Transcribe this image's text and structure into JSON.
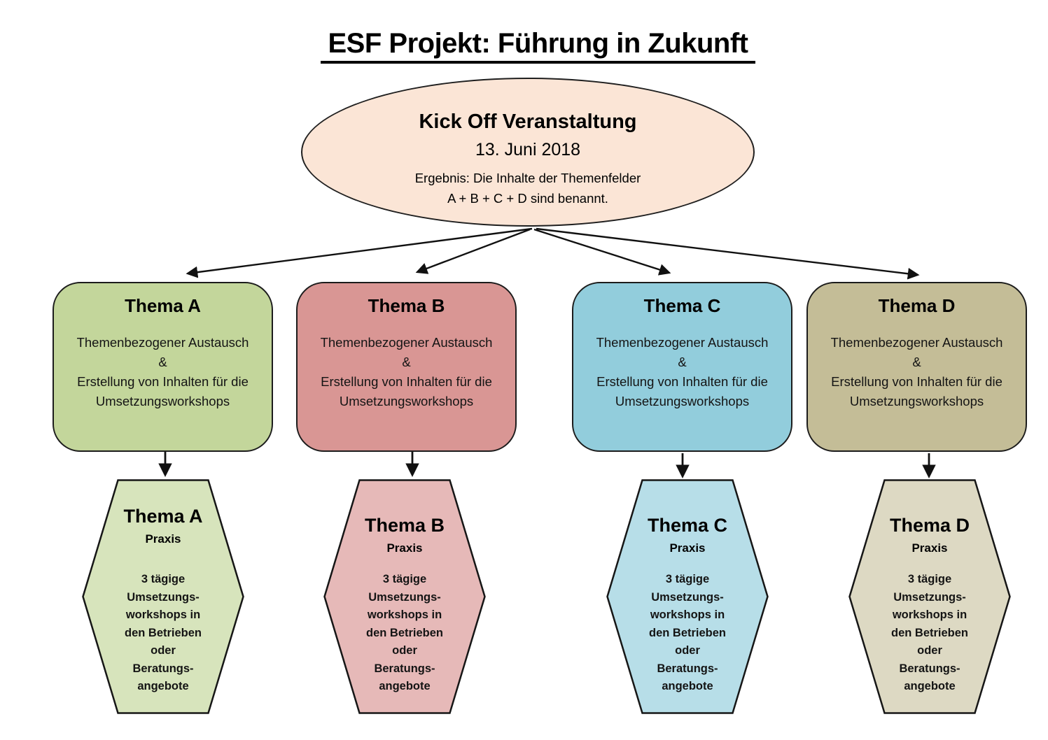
{
  "page": {
    "title": "ESF Projekt: Führung in Zukunft",
    "background": "#ffffff",
    "text_color": "#000000"
  },
  "kickoff": {
    "title": "Kick Off Veranstaltung",
    "date": "13. Juni 2018",
    "result_line1": "Ergebnis: Die Inhalte der Themenfelder",
    "result_line2": "A + B + C + D sind benannt.",
    "fill": "#fbe5d6",
    "border_color": "#1f1f1f"
  },
  "columns": [
    {
      "id": "A",
      "box": {
        "title": "Thema A",
        "body": [
          "Themenbezogener Austausch",
          "&",
          "Erstellung von Inhalten für die",
          "Umsetzungsworkshops"
        ],
        "fill": "#c3d69b"
      },
      "hex": {
        "title": "Thema A",
        "subtitle": "Praxis",
        "lines": [
          "3 tägige",
          "Umsetzungs-",
          "workshops in",
          "den Betrieben",
          "oder",
          "Beratungs-",
          "angebote"
        ],
        "fill": "#d7e4bc"
      }
    },
    {
      "id": "B",
      "box": {
        "title": "Thema B",
        "body": [
          "Themenbezogener Austausch",
          "&",
          "Erstellung von Inhalten für die",
          "Umsetzungsworkshops"
        ],
        "fill": "#d99694"
      },
      "hex": {
        "title": "Thema B",
        "subtitle": "Praxis",
        "lines": [
          "3 tägige",
          "Umsetzungs-",
          "workshops in",
          "den Betrieben",
          "oder",
          "Beratungs-",
          "angebote"
        ],
        "fill": "#e6b9b8"
      }
    },
    {
      "id": "C",
      "box": {
        "title": "Thema C",
        "body": [
          "Themenbezogener Austausch",
          "&",
          "Erstellung von Inhalten für die",
          "Umsetzungsworkshops"
        ],
        "fill": "#92cddc"
      },
      "hex": {
        "title": "Thema C",
        "subtitle": "Praxis",
        "lines": [
          "3 tägige",
          "Umsetzungs-",
          "workshops in",
          "den Betrieben",
          "oder",
          "Beratungs-",
          "angebote"
        ],
        "fill": "#b7dee8"
      }
    },
    {
      "id": "D",
      "box": {
        "title": "Thema D",
        "body": [
          "Themenbezogener Austausch",
          "&",
          "Erstellung von Inhalten für die",
          "Umsetzungsworkshops"
        ],
        "fill": "#c4bd97"
      },
      "hex": {
        "title": "Thema D",
        "subtitle": "Praxis",
        "lines": [
          "3 tägige",
          "Umsetzungs-",
          "workshops in",
          "den Betrieben",
          "oder",
          "Beratungs-",
          "angebote"
        ],
        "fill": "#ddd9c3"
      }
    }
  ],
  "arrow_color": "#111111"
}
